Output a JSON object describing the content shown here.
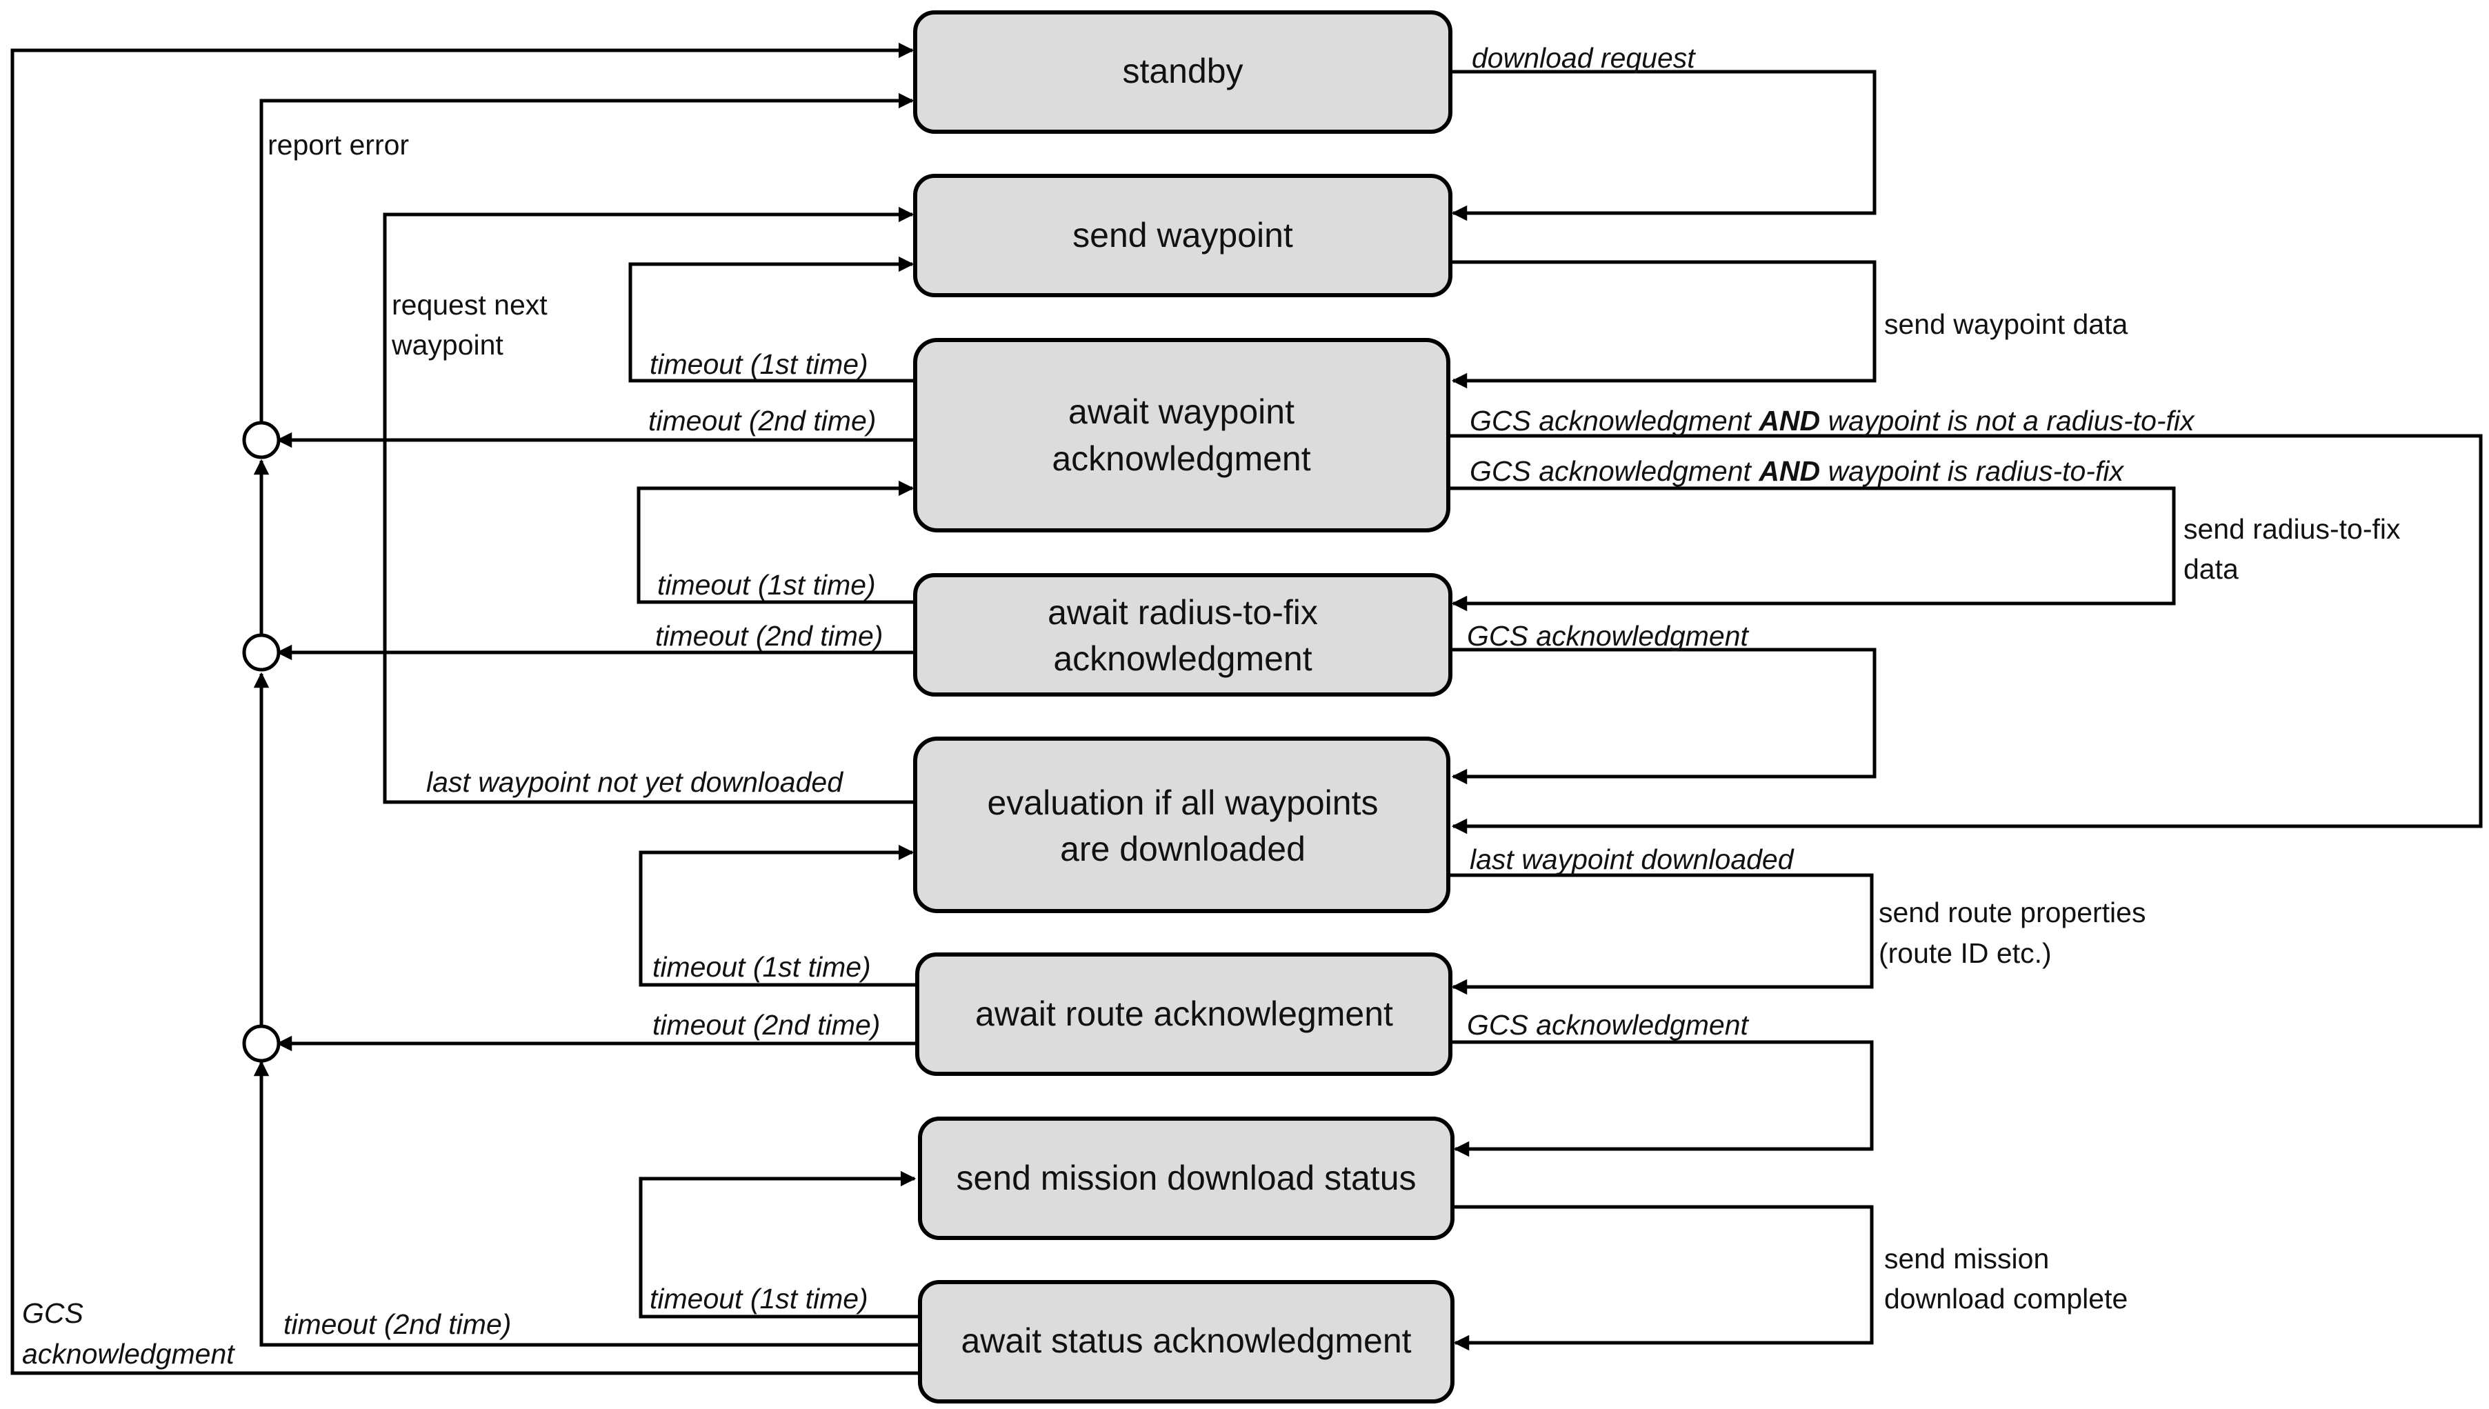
{
  "states": {
    "standby": "standby",
    "send_waypoint": "send waypoint",
    "await_wp_ack_1": "await waypoint",
    "await_wp_ack_2": "acknowledgment",
    "await_rtf_ack_1": "await radius-to-fix",
    "await_rtf_ack_2": "acknowledgment",
    "eval_1": "evaluation if all waypoints",
    "eval_2": "are downloaded",
    "await_route_ack": "await route acknowlegment",
    "send_status": "send mission download status",
    "await_status_ack": "await status acknowledgment"
  },
  "labels": {
    "download_request": "download request",
    "report_error": "report error",
    "request_next_1": "request next",
    "request_next_2": "waypoint",
    "send_wp_data": "send waypoint data",
    "timeout_1st": "timeout (1st time)",
    "timeout_2nd": "timeout (2nd time)",
    "gcs_ack": "GCS acknowledgment",
    "and": "AND",
    "not_rtf_tail": "waypoint is not a radius-to-fix",
    "rtf_tail": "waypoint is radius-to-fix",
    "send_rtf_1": "send radius-to-fix",
    "send_rtf_2": "data",
    "last_not_downloaded": "last waypoint not yet downloaded",
    "last_downloaded": "last waypoint downloaded",
    "send_route_1": "send route properties",
    "send_route_2": "(route ID etc.)",
    "send_complete_1": "send mission",
    "send_complete_2": "download complete",
    "gcs_left_1": "GCS",
    "gcs_left_2": "acknowledgment"
  }
}
